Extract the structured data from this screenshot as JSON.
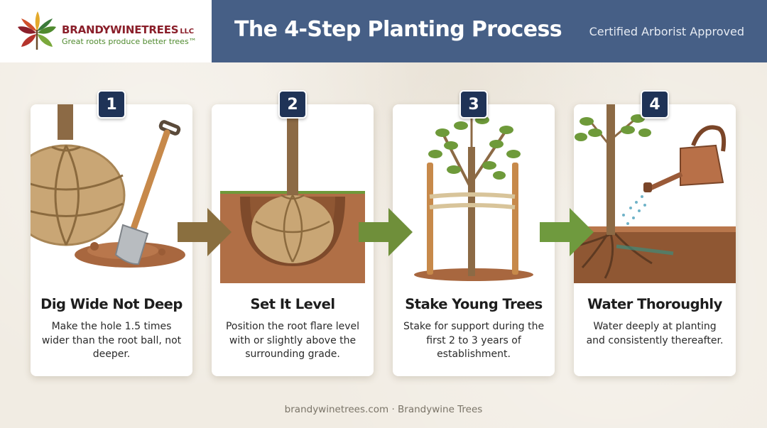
{
  "header": {
    "brand_name": "BRANDYWINETREES",
    "brand_suffix": "LLC",
    "tagline": "Great roots produce better trees™",
    "title": "The 4-Step Planting Process",
    "badge_text": "Certified Arborist Approved"
  },
  "steps": [
    {
      "number": "1",
      "title": "Dig Wide Not Deep",
      "description": "Make the hole 1.5 times wider than the root ball, not deeper."
    },
    {
      "number": "2",
      "title": "Set It Level",
      "description": "Position the root flare level with or slightly above the surrounding grade."
    },
    {
      "number": "3",
      "title": "Stake Young Trees",
      "description": "Stake for support during the first 2 to 3 years of establishment."
    },
    {
      "number": "4",
      "title": "Water Thoroughly",
      "description": "Water deeply at planting and consistently thereafter."
    }
  ],
  "footer": {
    "text": "brandywinetrees.com · Brandywine Trees"
  },
  "colors": {
    "header_blue": "#465f86",
    "badge_navy": "#1f3357",
    "brand_red": "#8a1f2a",
    "brand_green": "#4f8a2e",
    "arrow_green": "#6f8f3a",
    "soil_brown": "#a8673f"
  },
  "icons": {
    "logo": "leaf-cluster-icon",
    "arrow": "right-arrow-icon"
  }
}
